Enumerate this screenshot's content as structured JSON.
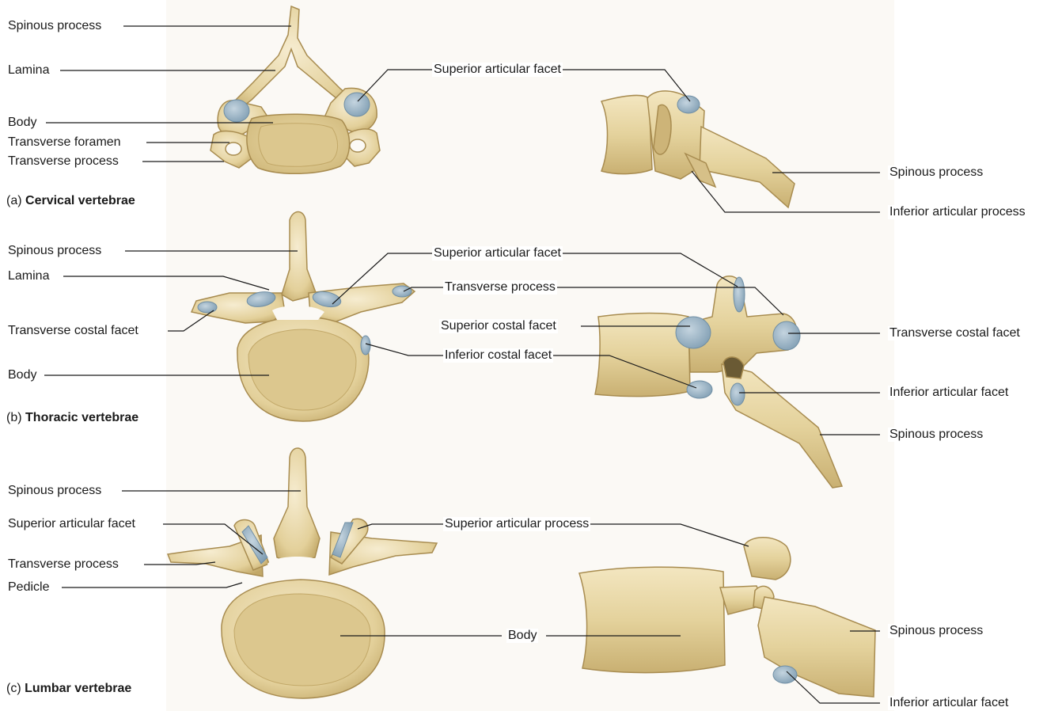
{
  "colors": {
    "bone": "#e6d6a2",
    "bone_dark": "#b89c5c",
    "bone_light": "#f4ead0",
    "facet": "#9fb6c6",
    "facet_dark": "#6f8ea4",
    "leader": "#1a1a1a"
  },
  "cervical": {
    "caption_prefix": "(a)",
    "caption_title": "Cervical vertebrae",
    "labels": {
      "spinous": "Spinous process",
      "lamina": "Lamina",
      "body": "Body",
      "transverse_foramen": "Transverse foramen",
      "transverse_process": "Transverse process",
      "superior_articular_facet": "Superior articular facet",
      "spinous_lateral": "Spinous process",
      "inferior_articular_process": "Inferior articular process"
    }
  },
  "thoracic": {
    "caption_prefix": "(b)",
    "caption_title": "Thoracic vertebrae",
    "labels": {
      "spinous": "Spinous process",
      "lamina": "Lamina",
      "transverse_costal_facet": "Transverse costal facet",
      "body": "Body",
      "superior_articular_facet": "Superior articular facet",
      "transverse_process": "Transverse process",
      "superior_costal_facet": "Superior costal facet",
      "inferior_costal_facet": "Inferior costal facet",
      "transverse_costal_facet_lateral": "Transverse costal facet",
      "inferior_articular_facet": "Inferior articular facet",
      "spinous_lateral": "Spinous process"
    }
  },
  "lumbar": {
    "caption_prefix": "(c)",
    "caption_title": "Lumbar vertebrae",
    "labels": {
      "spinous": "Spinous process",
      "superior_articular_facet": "Superior articular facet",
      "transverse_process": "Transverse process",
      "pedicle": "Pedicle",
      "superior_articular_process": "Superior articular process",
      "body": "Body",
      "spinous_lateral": "Spinous process",
      "inferior_articular_facet": "Inferior articular facet"
    }
  }
}
